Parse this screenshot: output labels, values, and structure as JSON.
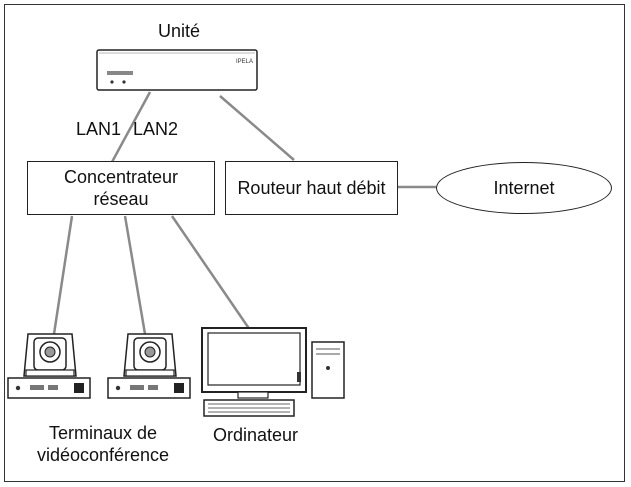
{
  "labels": {
    "unit": "Unité",
    "lan1": "LAN1",
    "lan2": "LAN2",
    "hub_line1": "Concentrateur",
    "hub_line2": "réseau",
    "router": "Routeur haut débit",
    "internet": "Internet",
    "terminals_line1": "Terminaux de",
    "terminals_line2": "vidéoconférence",
    "computer": "Ordinateur",
    "device_brand": "IPELA"
  },
  "colors": {
    "line": "#8a8a8a",
    "stroke": "#222222",
    "device_fill": "#ffffff",
    "screen_fill": "#222222"
  },
  "icons": {
    "unit": "network-unit-icon",
    "camera": "ptz-camera-icon",
    "computer": "desktop-computer-icon"
  }
}
